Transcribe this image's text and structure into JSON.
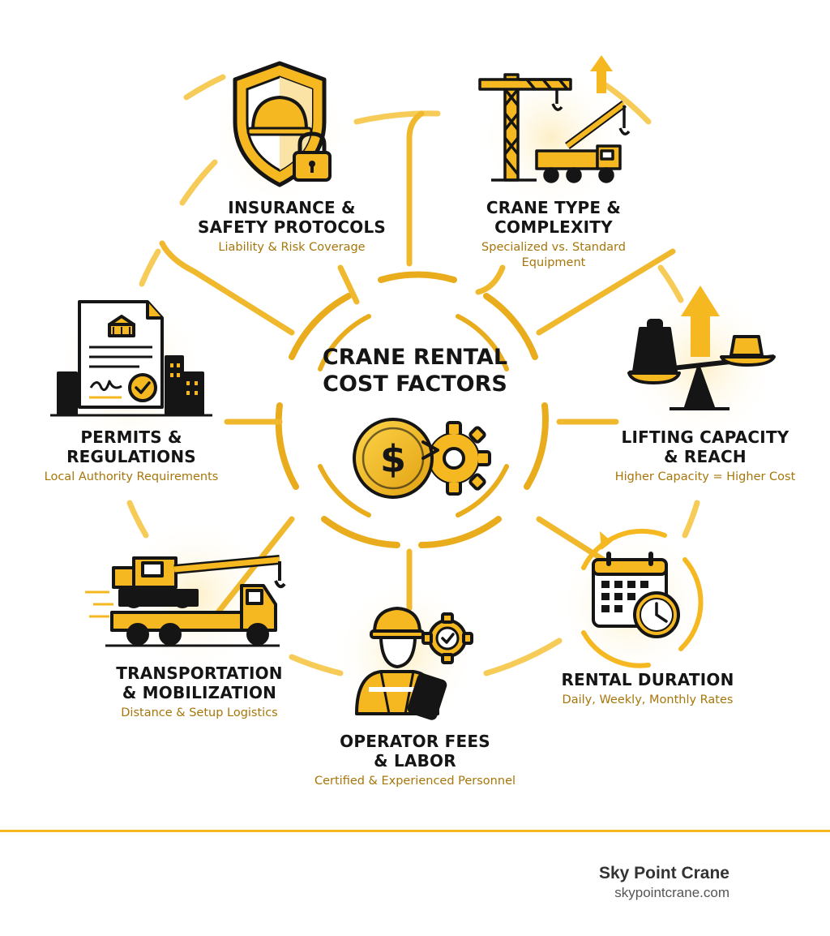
{
  "colors": {
    "accent": "#F5B820",
    "accent_dark": "#C9900C",
    "ink": "#151515",
    "subtitle": "#A7760A",
    "glow": "#FDF2D4"
  },
  "center": {
    "title_line1": "CRANE RENTAL",
    "title_line2": "COST FACTORS",
    "icon": "dollar-gear-icon"
  },
  "factors": [
    {
      "title_line1": "INSURANCE &",
      "title_line2": "SAFETY PROTOCOLS",
      "subtitle": "Liability & Risk Coverage",
      "icon": "shield-hardhat-lock-icon"
    },
    {
      "title_line1": "CRANE TYPE &",
      "title_line2": "COMPLEXITY",
      "subtitle_line1": "Specialized vs. Standard",
      "subtitle_line2": "Equipment",
      "icon": "tower-and-mobile-crane-icon"
    },
    {
      "title_line1": "LIFTING CAPACITY",
      "title_line2": "& REACH",
      "subtitle": "Higher Capacity = Higher Cost",
      "icon": "scale-weight-arrow-icon"
    },
    {
      "title": "RENTAL DURATION",
      "subtitle": "Daily, Weekly, Monthly Rates",
      "icon": "calendar-clock-icon"
    },
    {
      "title_line1": "OPERATOR FEES",
      "title_line2": "& LABOR",
      "subtitle": "Certified & Experienced Personnel",
      "icon": "worker-tablet-gear-icon"
    },
    {
      "title_line1": "TRANSPORTATION",
      "title_line2": "& MOBILIZATION",
      "subtitle": "Distance & Setup Logistics",
      "icon": "crane-on-truck-icon"
    },
    {
      "title_line1": "PERMITS &",
      "title_line2": "REGULATIONS",
      "subtitle": "Local Authority Requirements",
      "icon": "permit-document-city-icon"
    }
  ],
  "footer": {
    "brand": "Sky Point Crane",
    "url": "skypointcrane.com"
  }
}
